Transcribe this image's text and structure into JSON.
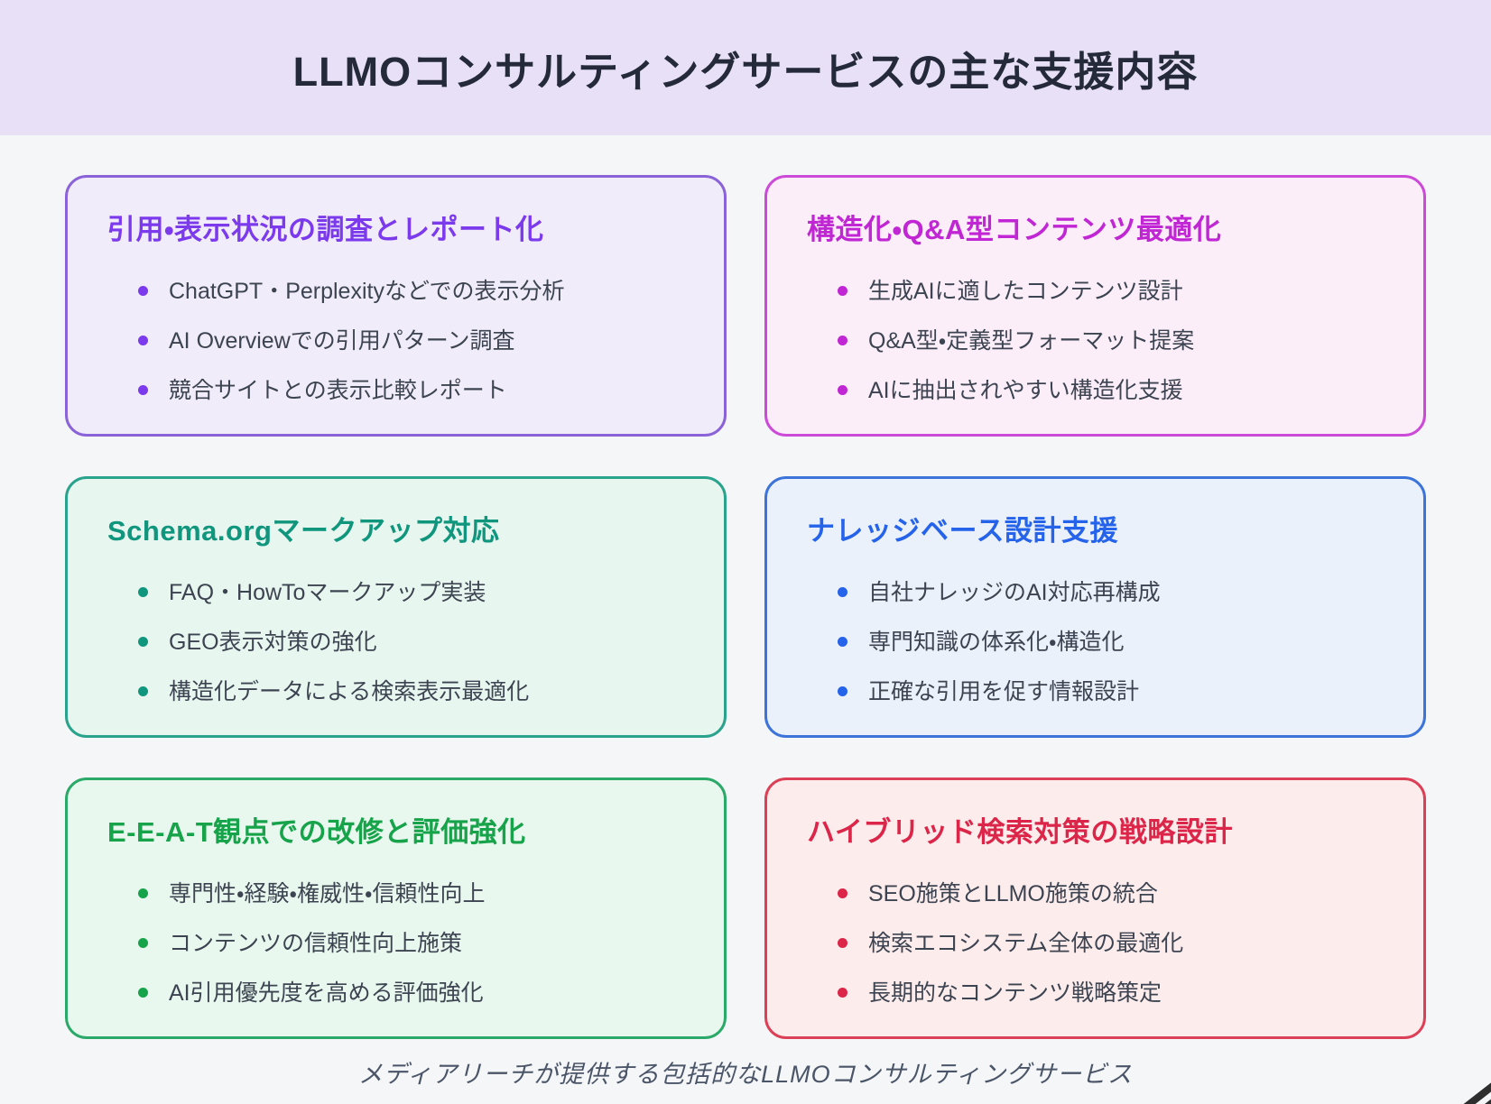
{
  "header": {
    "title": "LLMOコンサルティングサービスの主な支援内容",
    "background": "#e7e0f6"
  },
  "cards": [
    {
      "id": "citation-visibility-research",
      "title": "引用・表示状況の調査とレポート化",
      "colors": {
        "accent": "#7c3aed",
        "border": "#8a63d9",
        "background": "#f1ecfa"
      },
      "bullets": [
        "ChatGPT・Perplexityなどでの表示分析",
        "AI Overviewでの引用パターン調査",
        "競合サイトとの表示比較レポート"
      ]
    },
    {
      "id": "structured-qa-content-optimization",
      "title": "構造化・Q&A型コンテンツ最適化",
      "colors": {
        "accent": "#c026d3",
        "border": "#cb4ad8",
        "background": "#fbeef9"
      },
      "bullets": [
        "生成AIに適したコンテンツ設計",
        "Q&A型・定義型フォーマット提案",
        "AIに抽出されやすい構造化支援"
      ]
    },
    {
      "id": "schema-markup-support",
      "title": "Schema.orgマークアップ対応",
      "colors": {
        "accent": "#11967e",
        "border": "#2aa38d",
        "background": "#e8f6f0"
      },
      "bullets": [
        "FAQ・HowToマークアップ実装",
        "GEO表示対策の強化",
        "構造化データによる検索表示最適化"
      ]
    },
    {
      "id": "knowledge-base-design-support",
      "title": "ナレッジベース設計支援",
      "colors": {
        "accent": "#2563eb",
        "border": "#3d74d9",
        "background": "#ebf1fa"
      },
      "bullets": [
        "自社ナレッジのAI対応再構成",
        "専門知識の体系化・構造化",
        "正確な引用を促す情報設計"
      ]
    },
    {
      "id": "eeat-improvement",
      "title": "E-E-A-T観点での改修と評価強化",
      "colors": {
        "accent": "#16a34a",
        "border": "#2aa968",
        "background": "#e8f8ee"
      },
      "bullets": [
        "専門性・経験・権威性・信頼性向上",
        "コンテンツの信頼性向上施策",
        "AI引用優先度を高める評価強化"
      ]
    },
    {
      "id": "hybrid-search-strategy",
      "title": "ハイブリッド検索対策の戦略設計",
      "colors": {
        "accent": "#dc2649",
        "border": "#dc4057",
        "background": "#fdecec"
      },
      "bullets": [
        "SEO施策とLLMO施策の統合",
        "検索エコシステム全体の最適化",
        "長期的なコンテンツ戦略策定"
      ]
    }
  ],
  "footer": {
    "caption": "メディアリーチが提供する包括的なLLMOコンサルティングサービス"
  },
  "decorations": {
    "corner_icon": "pencil-icon"
  }
}
